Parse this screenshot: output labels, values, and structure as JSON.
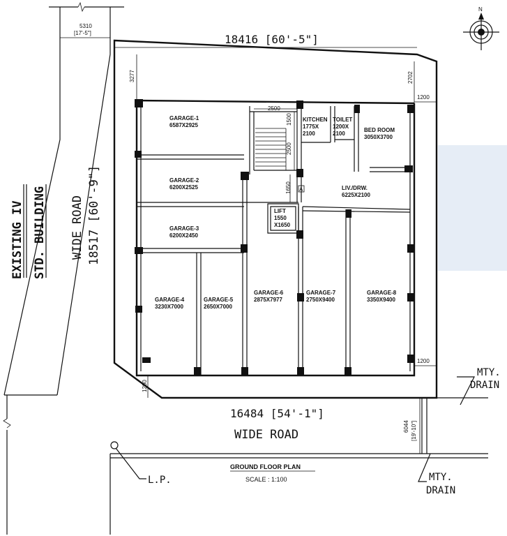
{
  "dimensions": {
    "top_width": "18416 [60'-5\"]",
    "bottom_width": "16484 [54'-1\"]",
    "road_side": "18517 [60'-9\"]",
    "left_top_setback": "3277",
    "right_top_setback": "2702",
    "top_right_margin": "1200",
    "bottom_right_margin": "1200",
    "bottom_front_margin": "1200",
    "adjacent_road_mm": "5310",
    "adjacent_road_ft": "[17'-5\"]",
    "drain_gap_mm": "6044",
    "drain_gap_ft": "[19'-10\"]",
    "stair_width": "2500",
    "stair_flight_1": "1500",
    "stair_flight_2": "2500",
    "landing": "1650"
  },
  "rooms": [
    {
      "name": "GARAGE-1",
      "size": "6587X2925"
    },
    {
      "name": "GARAGE-2",
      "size": "6200X2525"
    },
    {
      "name": "GARAGE-3",
      "size": "6200X2450"
    },
    {
      "name": "GARAGE-4",
      "size": "3230X7000"
    },
    {
      "name": "GARAGE-5",
      "size": "2650X7000"
    },
    {
      "name": "GARAGE-6",
      "size": "2875X7977"
    },
    {
      "name": "GARAGE-7",
      "size": "2750X9400"
    },
    {
      "name": "GARAGE-8",
      "size": "3350X9400"
    },
    {
      "name": "KITCHEN",
      "size_a": "1775X",
      "size_b": "2100"
    },
    {
      "name": "TOILET",
      "size_a": "1200X",
      "size_b": "2100"
    },
    {
      "name": "BED ROOM",
      "size": "3050X3700"
    },
    {
      "name": "LIV./DRW.",
      "size": "6225X2100"
    },
    {
      "name": "LIFT",
      "size_a": "1550",
      "size_b": "X1650"
    }
  ],
  "labels": {
    "wide_road_left": "WIDE ROAD",
    "wide_road_bottom": "WIDE ROAD",
    "existing_line1": "EXISTING IV",
    "existing_line2": "STD. BUILDING",
    "mty_drain_top_1": "MTY.",
    "mty_drain_top_2": "DRAIN",
    "mty_drain_bottom_1": "MTY.",
    "mty_drain_bottom_2": "DRAIN",
    "lamp_post": "L.P.",
    "plan_title": "GROUND FLOOR PLAN",
    "scale": "SCALE : 1:100",
    "stair_marker": "A",
    "north": "N"
  }
}
